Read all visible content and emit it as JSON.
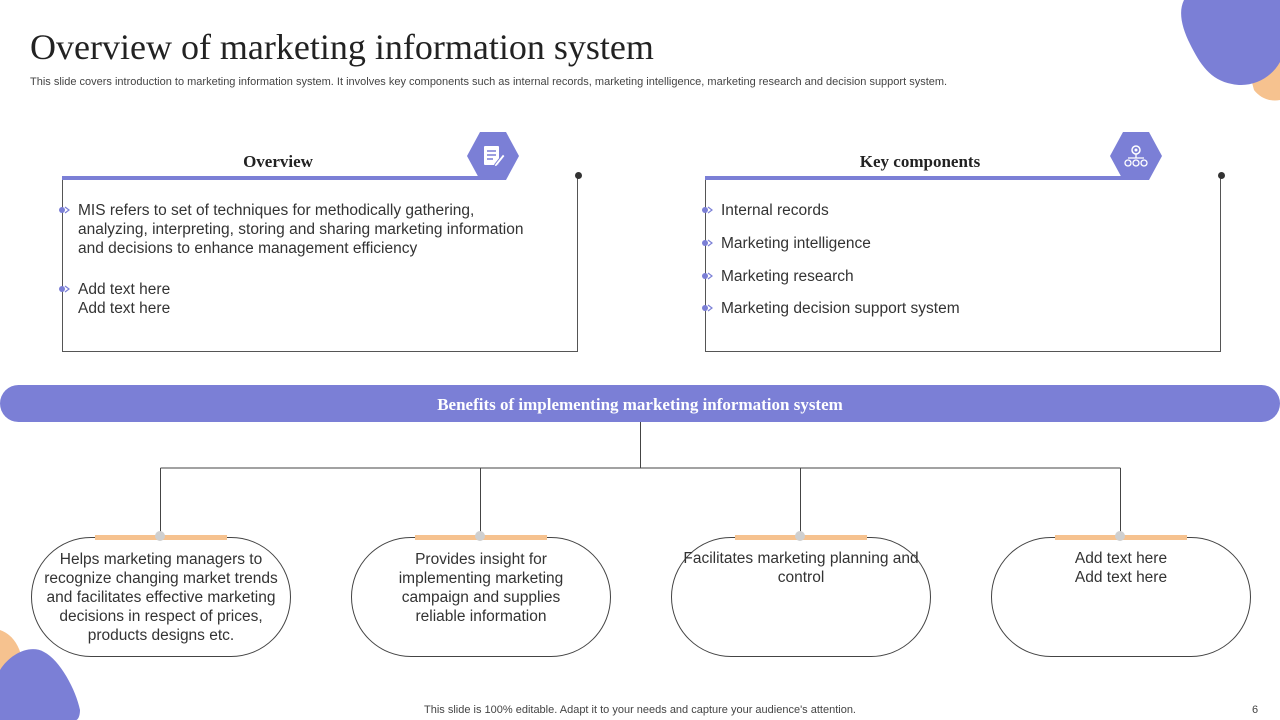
{
  "header": {
    "title": "Overview of marketing information system",
    "subtitle": "This slide covers introduction to marketing information system. It involves key components such as internal records, marketing intelligence, marketing research and decision support system."
  },
  "overview": {
    "heading": "Overview",
    "icon": "document-pen-icon",
    "bullets": [
      "MIS refers to set of techniques for methodically gathering, analyzing,  interpreting, storing and sharing marketing information and decisions to enhance management efficiency",
      "Add text here\nAdd text here"
    ]
  },
  "key_components": {
    "heading": "Key components",
    "icon": "network-icon",
    "bullets": [
      "Internal  records",
      "Marketing intelligence",
      "Marketing research",
      "Marketing decision support system"
    ]
  },
  "benefits": {
    "title": "Benefits of implementing marketing information system",
    "items": [
      "Helps marketing managers to recognize changing market trends and facilitates effective marketing decisions in respect of prices, products designs etc.",
      "Provides insight for implementing marketing campaign and supplies reliable information",
      "Facilitates marketing planning and control",
      "Add text here\nAdd text here"
    ]
  },
  "footer": {
    "note": "This slide is 100% editable. Adapt it to your needs and capture your audience's attention.",
    "page": "6"
  },
  "colors": {
    "accent": "#7b7fd6",
    "orange": "#f6c28f"
  }
}
